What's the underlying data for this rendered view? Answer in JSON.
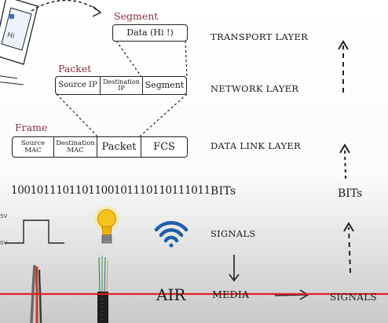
{
  "segment": {
    "tag": "Segment",
    "data": "Data (Hi !)"
  },
  "packet": {
    "tag": "Packet",
    "source_ip": "Source IP",
    "destination_ip": "Destination\nIP",
    "segment": "Segment"
  },
  "frame": {
    "tag": "Frame",
    "source_mac": "Source\nMAC",
    "destination_mac": "Destination\nMAC",
    "packet": "Packet",
    "fcs": "FCS"
  },
  "layers": {
    "transport": "TRANSPORT LAYER",
    "network": "NETWORK LAYER",
    "data_link": "DATA LINK LAYER",
    "bits": "BITs",
    "signals": "SIGNALS",
    "media": "MEDIA"
  },
  "bit_string": "1001011101101100101110110111011",
  "right_column": {
    "bits": "BITs",
    "signals": "SIGNALS"
  },
  "air_label": "AIR",
  "device_screen_text": "Hi",
  "waveform": {
    "high_label": "5V",
    "low_label": "0V"
  },
  "icons": [
    "document-icon",
    "light-bulb-icon",
    "wifi-icon",
    "cable-icon",
    "fiber-cable-icon"
  ],
  "colors": {
    "tag_red": "#8a2b3a",
    "red_line": "#e0202a",
    "wifi_blue": "#1f5fa8",
    "bulb_yellow": "#f6c21c"
  }
}
